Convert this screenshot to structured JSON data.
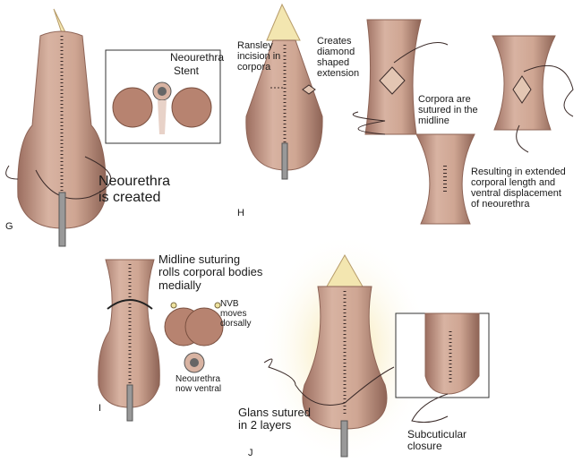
{
  "panels": {
    "g": {
      "letter": "G",
      "caption": "Neourethra\nis created",
      "inset_labels": [
        "Neourethra",
        "Stent"
      ]
    },
    "h": {
      "letter": "H",
      "ransley": "Ransley\nincision in\ncorpora",
      "diamond": "Creates\ndiamond\nshaped\nextension",
      "sutured": "Corpora are\nsutured in the\nmidline",
      "result": "Resulting in extended\ncorporal length and\nventral displacement\nof neourethra"
    },
    "i": {
      "letter": "I",
      "midline": "Midline suturing\nrolls corporal bodies\nmedially",
      "nvb": "NVB\nmoves\ndorsally",
      "neourethra": "Neourethra\nnow ventral"
    },
    "j": {
      "letter": "J",
      "glans": "Glans sutured\nin 2 layers",
      "closure": "Subcuticular\nclosure"
    }
  },
  "colors": {
    "tissue": "#c9a08e",
    "tissue_dark": "#8e6456",
    "fat": "#f3e6b0",
    "suture": "#3a2a28"
  }
}
